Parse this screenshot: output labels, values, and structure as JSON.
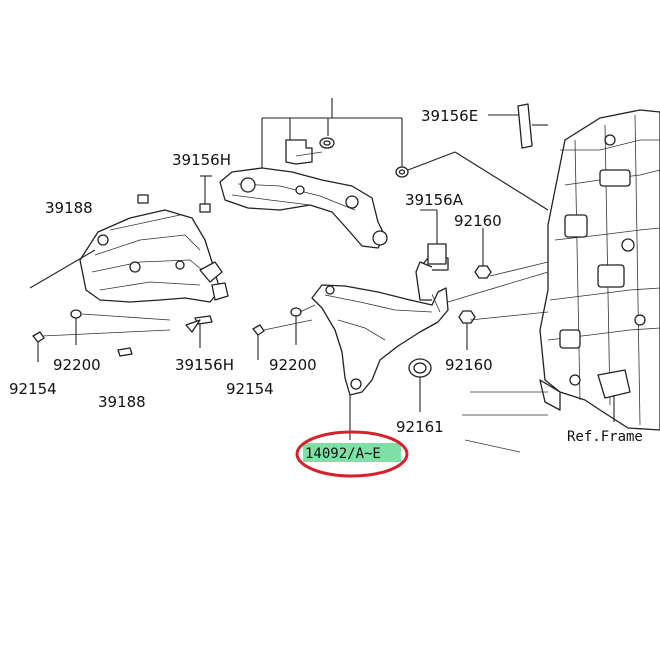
{
  "labels": {
    "p39156e": "39156E",
    "p39156h_top": "39156H",
    "p39188_top": "39188",
    "p39156a": "39156A",
    "p92160_top": "92160",
    "p92200_left": "92200",
    "p92154_left": "92154",
    "p39188_bottom": "39188",
    "p39156h_bottom": "39156H",
    "p92200_mid": "92200",
    "p92154_mid": "92154",
    "p92160_mid": "92160",
    "p92161": "92161",
    "ref_frame": "Ref.Frame",
    "highlight": "14092/A~E"
  },
  "colors": {
    "highlight_fill": "#7fe0a6",
    "highlight_ring": "#d2232a",
    "line": "#222222"
  }
}
